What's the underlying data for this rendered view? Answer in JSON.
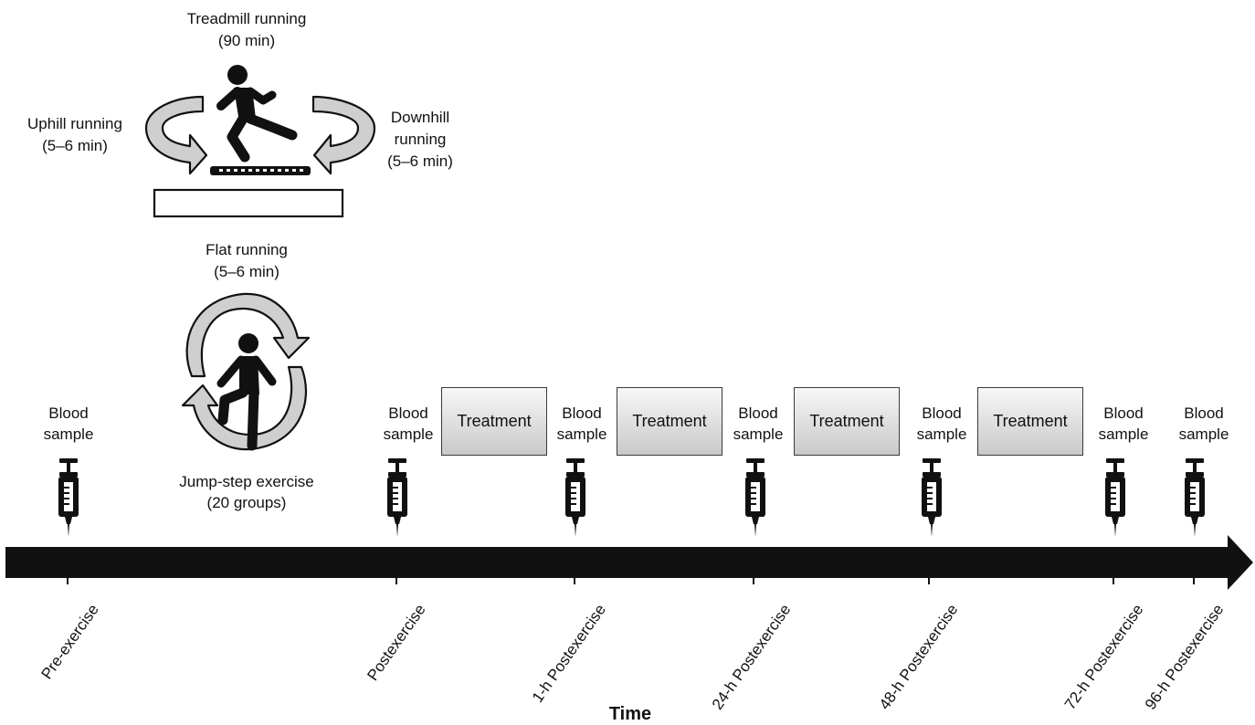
{
  "exercise": {
    "treadmill": {
      "title": "Treadmill running",
      "detail": "(90 min)"
    },
    "uphill": {
      "title": "Uphill running",
      "detail": "(5–6 min)"
    },
    "downhill": {
      "title_1": "Downhill",
      "title_2": "running",
      "detail": "(5–6 min)"
    },
    "flat": {
      "title": "Flat running",
      "detail": "(5–6 min)"
    },
    "jump": {
      "title": "Jump-step exercise",
      "detail": "(20 groups)"
    }
  },
  "blood_sample": {
    "line1": "Blood",
    "line2": "sample"
  },
  "treatment_label": "Treatment",
  "timepoints": [
    "Pre-exercise",
    "Postexercise",
    "1-h Postexercise",
    "24-h Postexercise",
    "48-h Postexercise",
    "72-h Postexercise",
    "96-h Postexercise"
  ],
  "axis_title": "Time",
  "icons": {
    "runner": "running-person-icon",
    "jumper": "jumping-person-icon",
    "syringe": "syringe-icon",
    "cycle_arrows": "circular-arrows-icon"
  },
  "colors": {
    "arrow": "#111111",
    "treatment_fill": "#d9d9d9"
  }
}
